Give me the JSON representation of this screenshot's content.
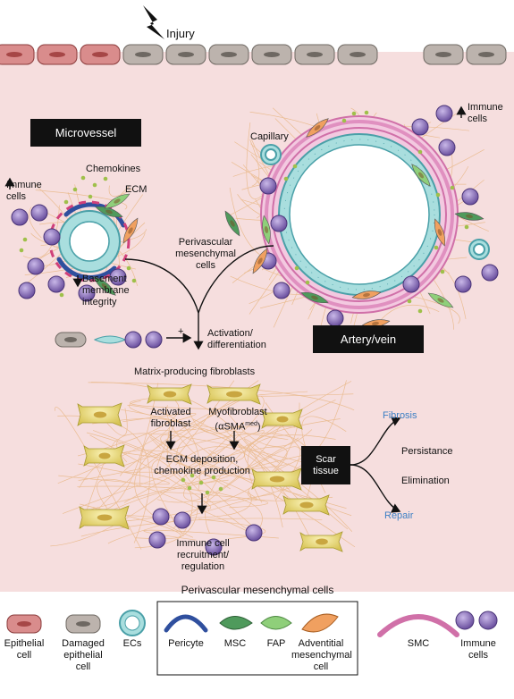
{
  "labels": {
    "injury": "Injury",
    "microvessel": "Microvessel",
    "capillary": "Capillary",
    "immune_cells_left": "Immune\ncells",
    "immune_cells_right": "Immune\ncells",
    "chemokines": "Chemokines",
    "ecm": "ECM",
    "basement_membrane": "Basement\nmembrane\nintegrity",
    "perivascular_mesenchymal_cells": "Perivascular\nmesenchymal\ncells",
    "activation_differentiation": "Activation/\ndifferentiation",
    "artery_vein": "Artery/vein",
    "matrix_producing_fibroblasts": "Matrix-producing fibroblasts",
    "activated_fibroblast": "Activated\nfibroblast",
    "myofibroblast": "Myofibroblast\n(αSMA",
    "myofibroblast_sup": "med",
    "myofibroblast_close": ")",
    "ecm_deposition": "ECM deposition,\nchemokine production",
    "scar_tissue": "Scar\ntissue",
    "fibrosis": "Fibrosis",
    "persistance": "Persistance",
    "elimination": "Elimination",
    "repair": "Repair",
    "immune_recruitment": "Immune cell\nrecruitment/\nregulation",
    "plus": "+"
  },
  "legend": {
    "title": "Perivascular mesenchymal cells",
    "epithelial": "Epithelial\ncell",
    "damaged_epithelial": "Damaged\nepithelial\ncell",
    "ecs": "ECs",
    "pericyte": "Pericyte",
    "msc": "MSC",
    "fap": "FAP",
    "adventitial": "Adventitial\nmesenchymal\ncell",
    "smc": "SMC",
    "immune": "Immune\ncells"
  },
  "colors": {
    "tissue": "#f6dede",
    "epithelial": "#d98c8c",
    "damaged": "#bcb3ad",
    "ec": "#a9dede",
    "pericyte": "#7b9fd1",
    "msc": "#4f9a5c",
    "fap": "#8fcf7a",
    "adventitial": "#f0a060",
    "smc": "#e8a8cf",
    "immune": "#8a6fb8",
    "fibroblast": "#efe08a",
    "ecm_fiber": "#e9b98a",
    "chemokine": "#9fc04a",
    "repair_blue": "#3c7fc4"
  }
}
